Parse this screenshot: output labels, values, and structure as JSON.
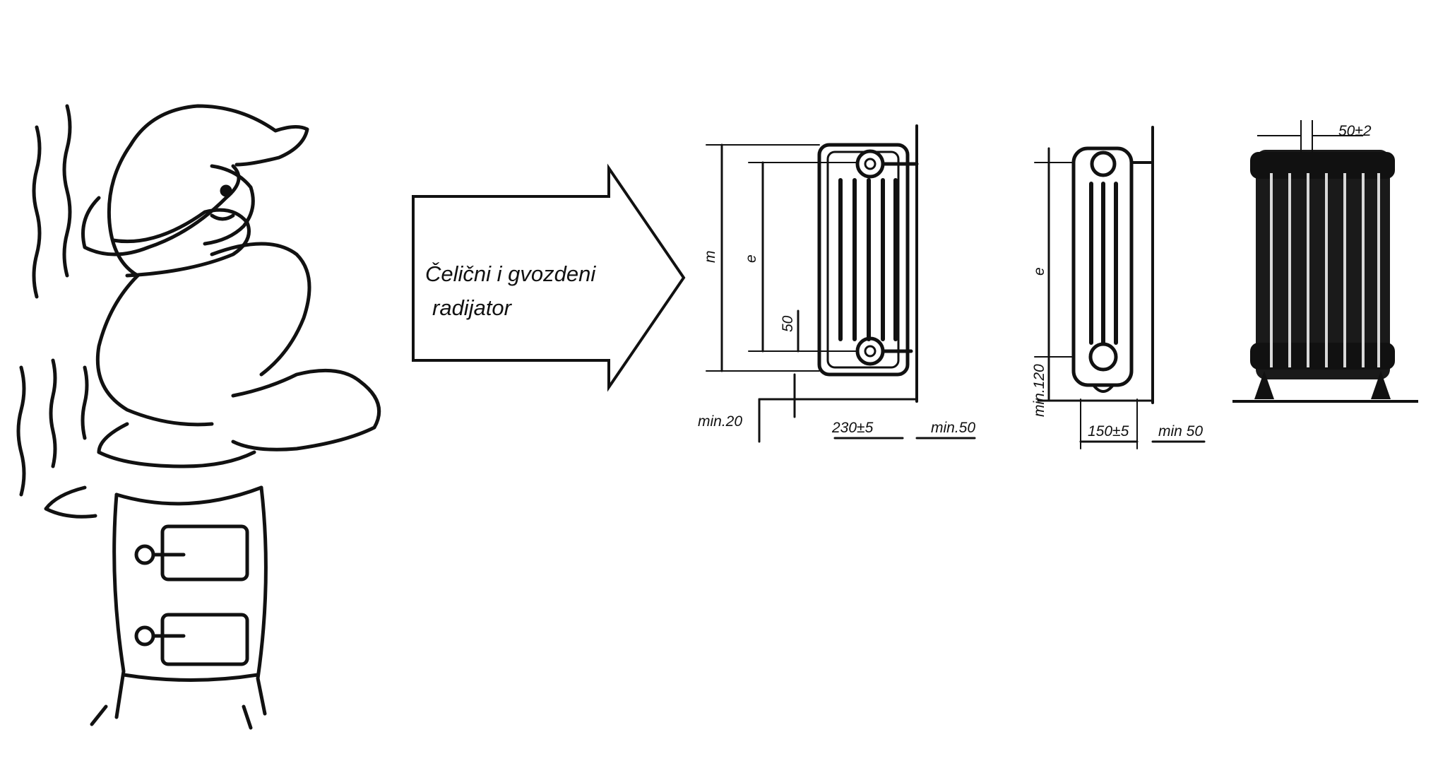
{
  "arrow": {
    "line1": "Čelični i gvozdeni",
    "line2": "radijator"
  },
  "side_view": {
    "label_m": "m",
    "label_e": "e",
    "label_50": "50",
    "label_min20": "min.20",
    "label_depth": "230±5",
    "label_min50": "min.50"
  },
  "narrow_view": {
    "label_e": "e",
    "label_min120": "min.120",
    "label_depth": "150±5",
    "label_min50": "min 50"
  },
  "front_view": {
    "label_pitch": "50±2"
  },
  "colors": {
    "ink": "#111111",
    "background": "#ffffff"
  }
}
